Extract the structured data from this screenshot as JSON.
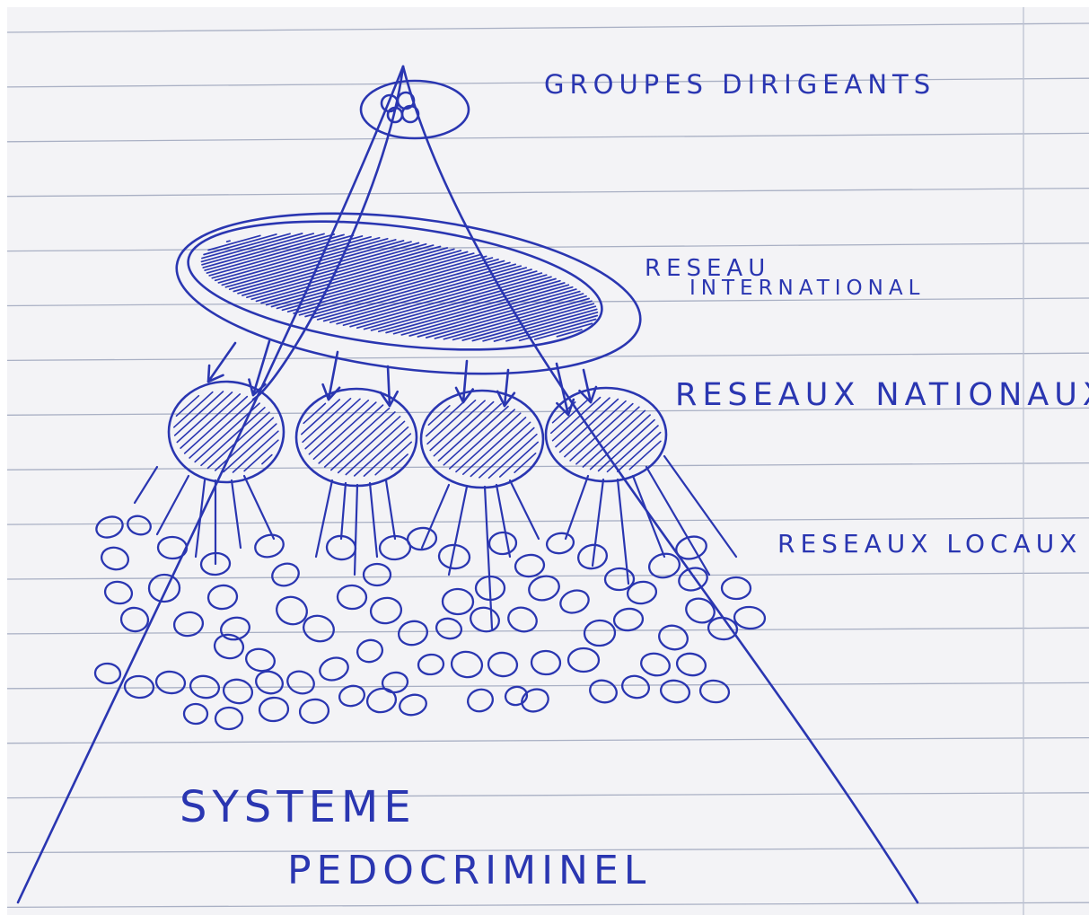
{
  "colors": {
    "paper": "#f3f3f6",
    "rule": "#a9b0c4",
    "margin": "#bcc2d2",
    "ink": "#2a36b1"
  },
  "labels": {
    "top": "GROUPES DIRIGEANTS",
    "international_1": "RESEAU",
    "international_2": "INTERNATIONAL",
    "national": "RESEAUX NATIONAUX",
    "local": "RESEAUX LOCAUX",
    "title_1": "SYSTEME",
    "title_2": "PEDOCRIMINEL"
  }
}
